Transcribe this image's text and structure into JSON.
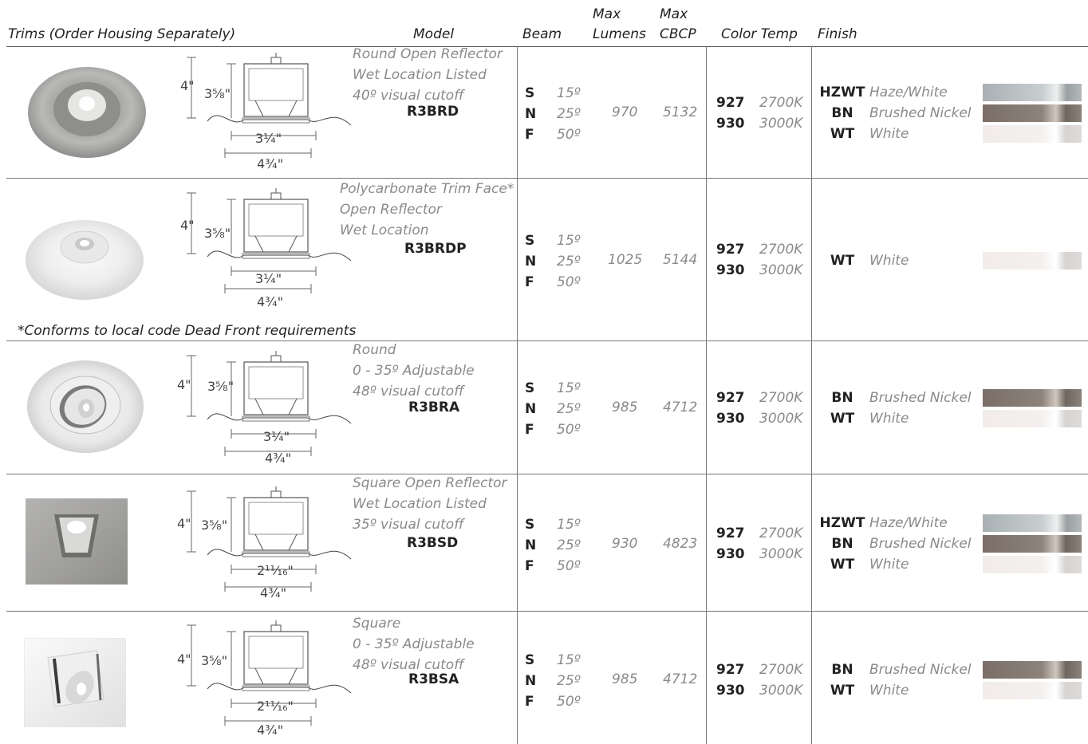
{
  "header": {
    "trims": "Trims (Order Housing Separately)",
    "model": "Model",
    "beam": "Beam",
    "max1": "Max",
    "lumens": "Lumens",
    "max2": "Max",
    "cbcp": "CBCP",
    "color_temp": "Color Temp",
    "finish": "Finish"
  },
  "beams": [
    {
      "code": "S",
      "deg": "15º"
    },
    {
      "code": "N",
      "deg": "25º"
    },
    {
      "code": "F",
      "deg": "50º"
    }
  ],
  "temps": [
    {
      "code": "927",
      "k": "2700K"
    },
    {
      "code": "930",
      "k": "3000K"
    }
  ],
  "note": "*Conforms to local code Dead Front requirements",
  "rows": [
    {
      "desc": [
        "Round Open Reflector",
        "Wet Location Listed",
        "40º visual cutoff"
      ],
      "model": "R3BRD",
      "lumens": "970",
      "cbcp": "5132",
      "dims": {
        "height": "4\"",
        "inner": "3⅝\"",
        "aperture": "3¼\"",
        "outer": "4¾\""
      },
      "finishes": [
        {
          "code": "HZWT",
          "name": "Haze/White",
          "swatch": "hz"
        },
        {
          "code": "BN",
          "name": "Brushed Nickel",
          "swatch": "bn"
        },
        {
          "code": "WT",
          "name": "White",
          "swatch": "wt"
        }
      ]
    },
    {
      "desc": [
        "Polycarbonate Trim Face*",
        "Open Reflector",
        "Wet Location"
      ],
      "model": "R3BRDP",
      "lumens": "1025",
      "cbcp": "5144",
      "dims": {
        "height": "4\"",
        "inner": "3⅝\"",
        "aperture": "3¼\"",
        "outer": "4¾\""
      },
      "finishes": [
        {
          "code": "WT",
          "name": "White",
          "swatch": "wt"
        }
      ]
    },
    {
      "desc": [
        "Round",
        "0 - 35º Adjustable",
        "48º visual cutoff"
      ],
      "model": "R3BRA",
      "lumens": "985",
      "cbcp": "4712",
      "dims": {
        "height": "4\"",
        "inner": "3⅝\"",
        "aperture": "3¼\"",
        "outer": "4¾\""
      },
      "finishes": [
        {
          "code": "BN",
          "name": "Brushed Nickel",
          "swatch": "bn"
        },
        {
          "code": "WT",
          "name": "White",
          "swatch": "wt"
        }
      ]
    },
    {
      "desc": [
        "Square Open Reflector",
        "Wet Location Listed",
        "35º visual cutoff"
      ],
      "model": "R3BSD",
      "lumens": "930",
      "cbcp": "4823",
      "dims": {
        "height": "4\"",
        "inner": "3⅝\"",
        "aperture": "2¹¹⁄₁₆\"",
        "outer": "4¾\""
      },
      "finishes": [
        {
          "code": "HZWT",
          "name": "Haze/White",
          "swatch": "hz"
        },
        {
          "code": "BN",
          "name": "Brushed Nickel",
          "swatch": "bn"
        },
        {
          "code": "WT",
          "name": "White",
          "swatch": "wt"
        }
      ]
    },
    {
      "desc": [
        "Square",
        "0 - 35º Adjustable",
        "48º visual cutoff"
      ],
      "model": "R3BSA",
      "lumens": "985",
      "cbcp": "4712",
      "dims": {
        "height": "4\"",
        "inner": "3⅝\"",
        "aperture": "2¹¹⁄₁₆\"",
        "outer": "4¾\""
      },
      "finishes": [
        {
          "code": "BN",
          "name": "Brushed Nickel",
          "swatch": "bn"
        },
        {
          "code": "WT",
          "name": "White",
          "swatch": "wt"
        }
      ]
    }
  ]
}
